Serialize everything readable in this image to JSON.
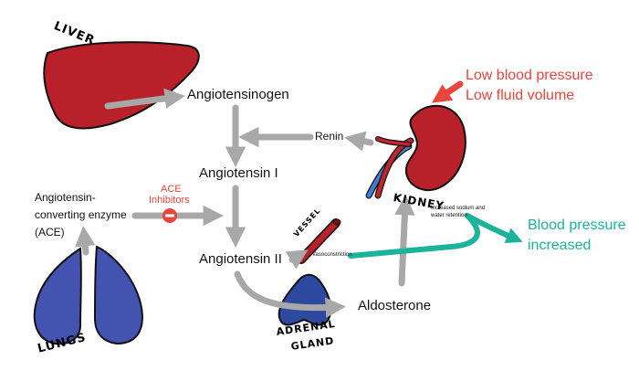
{
  "organs": {
    "liver": "LIVER",
    "kidney": "KIDNEY",
    "lungs": "LUNGS",
    "vessel": "VESSEL",
    "adrenal_line1": "ADRENAL",
    "adrenal_line2": "GLAND"
  },
  "nodes": {
    "angiotensinogen": "Angiotensinogen",
    "renin": "Renin",
    "angiotensin1": "Angiotensin I",
    "angiotensin2": "Angiotensin II",
    "aldosterone": "Aldosterone",
    "ace_line1": "Angiotensin-",
    "ace_line2": "converting enzyme",
    "ace_line3": "(ACE)"
  },
  "annotations": {
    "low_bp": "Low blood pressure",
    "low_fluid": "Low fluid volume",
    "ace_inhibitors_line1": "ACE",
    "ace_inhibitors_line2": "Inhibitors",
    "vasoconstriction": "Vasoconstriction",
    "retention_line1": "Increased sodium and",
    "retention_line2": "water retention",
    "bp_increased_line1": "Blood pressure",
    "bp_increased_line2": "increased"
  },
  "colors": {
    "arrow_gray": "#a8a8a8",
    "organ_red": "#b8202a",
    "lung_blue": "#4553b0",
    "adrenal_blue": "#2e4aa0",
    "accent_red": "#e8453c",
    "accent_teal": "#1bb39a"
  }
}
